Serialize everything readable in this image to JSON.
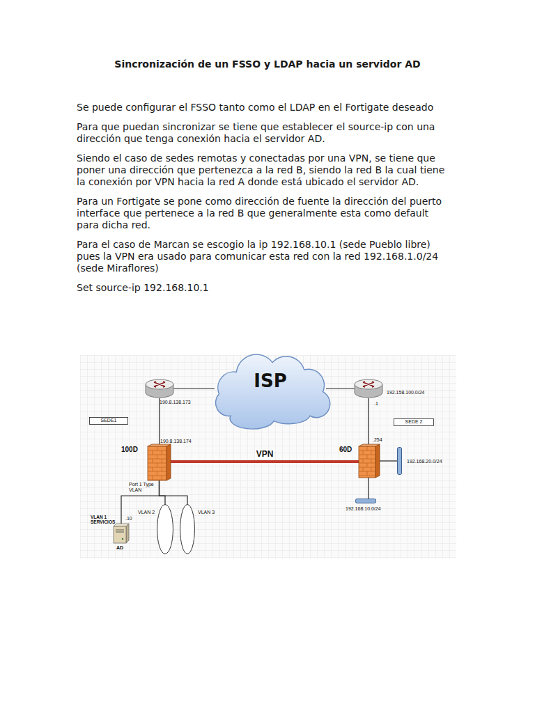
{
  "diagram": {
    "title": "Sincronización de un FSSO y LDAP hacia un servidor AD",
    "nodes": [
      {
        "text": [
          "190.8.138.173"
        ]
      },
      {
        "text": [
          "ISP"
        ]
      },
      {
        "text": [
          "192.158.100.0/24",
          ".1"
        ]
      },
      {
        "text": [
          "SEDE1"
        ]
      },
      {
        "text": [
          "SEDE 2"
        ]
      },
      {
        "text": [
          "100D",
          "190.8.138.174",
          "Port 1 Type VLAN"
        ]
      },
      {
        "text": [
          "60D",
          ".254"
        ]
      },
      {
        "text": [
          "VLAN 1 SERVICIOS",
          ".10",
          "AD"
        ]
      },
      {
        "text": [
          "VLAN 2"
        ]
      },
      {
        "text": [
          "VLAN 3"
        ]
      },
      {
        "text": [
          "192.168.20.0/24"
        ]
      },
      {
        "text": [
          "192.168.10.0/24"
        ]
      }
    ],
    "edges": [
      {
        "from": 0,
        "to": 1,
        "arrow": "none"
      },
      {
        "from": 1,
        "to": 2,
        "arrow": "none"
      },
      {
        "from": 0,
        "to": 5,
        "arrow": "none"
      },
      {
        "from": 2,
        "to": 6,
        "arrow": "none"
      },
      {
        "from": 5,
        "to": 6,
        "label": "VPN",
        "arrow": "none"
      },
      {
        "from": 5,
        "to": 7,
        "arrow": "none"
      },
      {
        "from": 5,
        "to": 8,
        "arrow": "none"
      },
      {
        "from": 5,
        "to": 9,
        "arrow": "none"
      },
      {
        "from": 6,
        "to": 10,
        "arrow": "none"
      },
      {
        "from": 6,
        "to": 11,
        "arrow": "none"
      }
    ],
    "labels": [
      "Se puede configurar el FSSO tanto como el LDAP en el Fortigate deseado",
      "Para que puedan sincronizar se tiene que establecer el source-ip con una dirección que tenga conexión hacia el servidor AD.",
      "Siendo el caso de sedes remotas y conectadas por una VPN, se tiene que poner una dirección que pertenezca a la red B, siendo la red B la cual tiene la conexión por VPN hacia la red A donde está ubicado el servidor AD.",
      "Para un Fortigate se pone como dirección de fuente la dirección del puerto interface que pertenece a la red B que generalmente esta como default para dicha red.",
      "Para el caso de Marcan se escogio la ip 192.168.10.1 (sede Pueblo libre) pues la VPN era usado para comunicar esta red con la red 192.168.1.0/24 (sede Miraflores)",
      "Set source-ip 192.168.10.1"
    ]
  }
}
